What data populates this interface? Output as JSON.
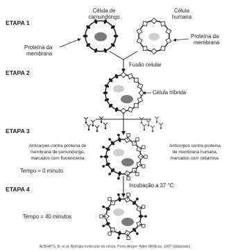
{
  "stages": {
    "s1": "ETAPA 1",
    "s2": "ETAPA 2",
    "s3": "ETAPA 3",
    "s4": "ETAPA 4"
  },
  "step1": {
    "mouse_cell_line1": "Célula de",
    "mouse_cell_line2": "camundongo",
    "human_cell_line1": "Célula",
    "human_cell_line2": "humana",
    "mouse_protein_line1": "Proteína da",
    "mouse_protein_line2": "membrana",
    "human_protein_line1": "Proteína da",
    "human_protein_line2": "membrana"
  },
  "step2": {
    "fusion": "Fusão celular",
    "hybrid": "Célula híbrida"
  },
  "step3": {
    "left_line1": "Anticorpos contra proteína de",
    "left_line2": "membrana de camundongo,",
    "left_line3": "marcados com fluoresceína",
    "right_line1": "Anticorpos contra proteína",
    "right_line2": "de membrana humana,",
    "right_line3": "marcados com rodamina.",
    "time0": "Tempo = 0 minuto",
    "incubation": "Incubação a 37 °C"
  },
  "step4": {
    "time40": "Tempo = 40 minutos"
  },
  "citation": "ALBERTS, B. et al. Biologia molecular da célula. Porto Alegre: Artes Médicas, 1997 (adaptado)."
}
